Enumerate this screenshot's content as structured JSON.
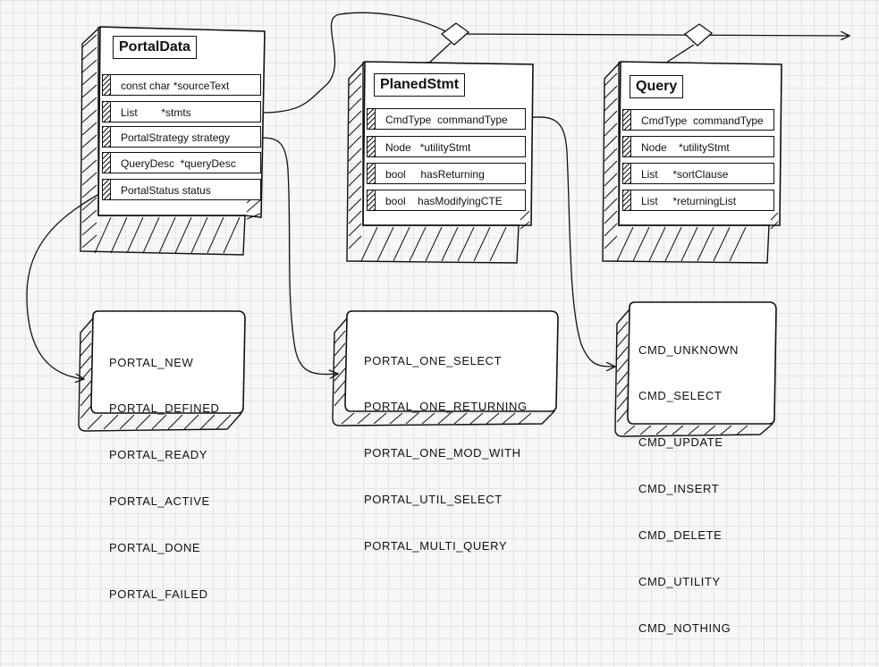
{
  "structs": {
    "portaldata": {
      "title": "PortalData",
      "fields": [
        "const char *sourceText",
        "List        *stmts",
        "PortalStrategy strategy",
        "QueryDesc  *queryDesc",
        "PortalStatus status"
      ]
    },
    "planedstmt": {
      "title": "PlanedStmt",
      "fields": [
        "CmdType  commandType",
        "Node   *utilityStmt",
        "bool     hasReturning",
        "bool    hasModifyingCTE"
      ]
    },
    "query": {
      "title": "Query",
      "fields": [
        "CmdType  commandType",
        "Node    *utilityStmt",
        "List     *sortClause",
        "List     *returningList"
      ]
    }
  },
  "enums": {
    "portal_status": [
      "PORTAL_NEW",
      "PORTAL_DEFINED",
      "PORTAL_READY",
      "PORTAL_ACTIVE",
      "PORTAL_DONE",
      "PORTAL_FAILED"
    ],
    "portal_strategy": [
      "PORTAL_ONE_SELECT",
      "PORTAL_ONE_RETURNING",
      "PORTAL_ONE_MOD_WITH",
      "PORTAL_UTIL_SELECT",
      "PORTAL_MULTI_QUERY"
    ],
    "cmd_type": [
      "CMD_UNKNOWN",
      "CMD_SELECT",
      "CMD_UPDATE",
      "CMD_INSERT",
      "CMD_DELETE",
      "CMD_UTILITY",
      "CMD_NOTHING"
    ]
  }
}
